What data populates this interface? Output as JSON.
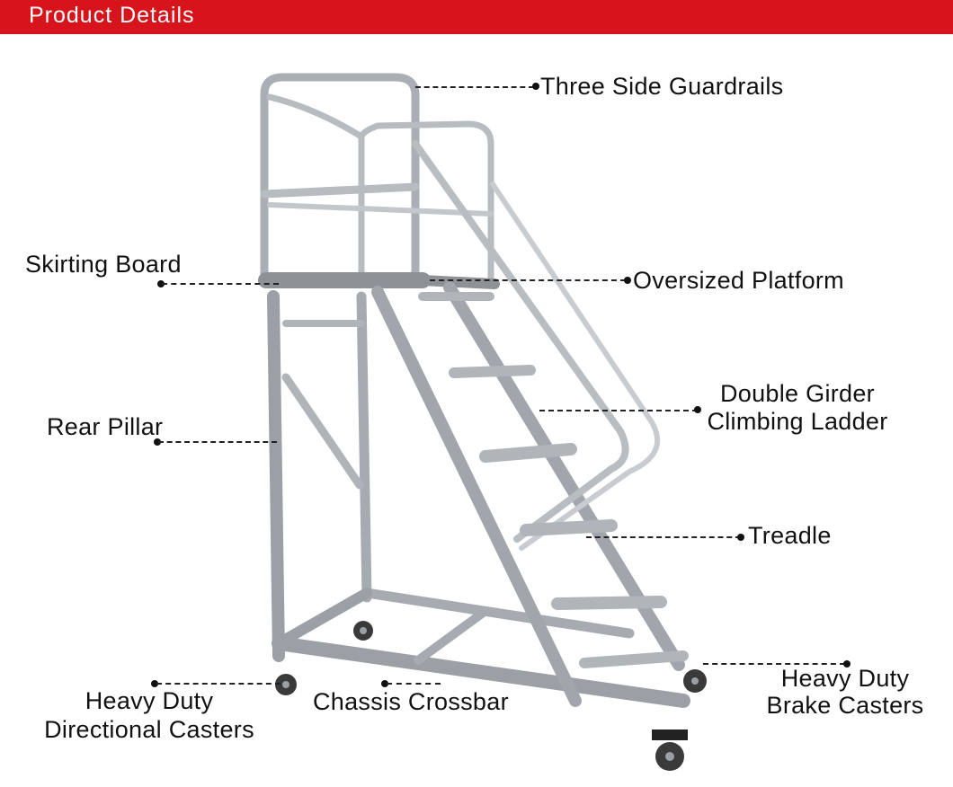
{
  "header": {
    "title": "Product  Details",
    "color": "#d7141c"
  },
  "callouts": {
    "guardrails": "Three Side Guardrails",
    "skirting": "Skirting Board",
    "platform": "Oversized Platform",
    "girder": [
      "Double Girder",
      "Climbing Ladder"
    ],
    "rear_pillar": "Rear Pillar",
    "treadle": "Treadle",
    "directional_casters": [
      "Heavy Duty",
      "Directional Casters"
    ],
    "crossbar": "Chassis Crossbar",
    "brake_casters": [
      "Heavy Duty",
      "Brake Casters"
    ]
  }
}
